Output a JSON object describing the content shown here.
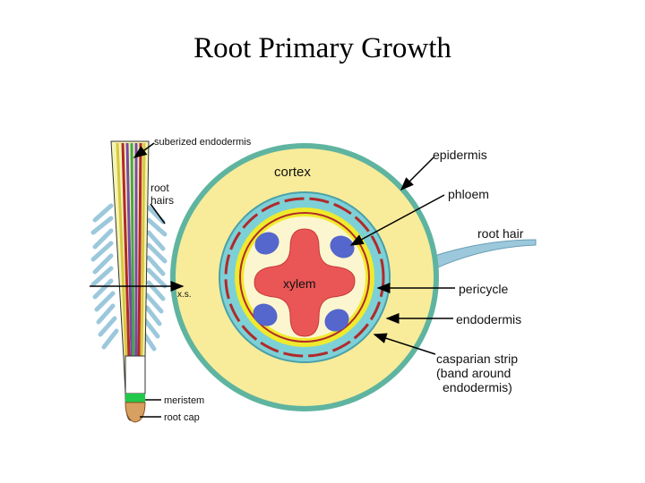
{
  "title": "Root Primary Growth",
  "labels": {
    "suberized_endodermis": "suberized endodermis",
    "root_hairs_1": "root",
    "root_hairs_2": "hairs",
    "xs": "x.s.",
    "meristem": "meristem",
    "root_cap": "root cap",
    "cortex": "cortex",
    "xylem": "xylem",
    "epidermis": "epidermis",
    "phloem": "phloem",
    "root_hair": "root hair",
    "pericycle": "pericycle",
    "endodermis": "endodermis",
    "casparian_1": "casparian strip",
    "casparian_2": "(band around",
    "casparian_3": "endodermis)"
  },
  "colors": {
    "epidermis_green": "#5fb4a0",
    "cortex_yellow": "#f8ec9a",
    "pericycle_yellow": "#f0ea2c",
    "endodermis_teal": "#7dd0d6",
    "casparian_red": "#b02a2a",
    "xylem_red": "#ea5656",
    "phloem_blue": "#5566cc",
    "inner_cream": "#fbf6cf",
    "meristem_green": "#22c84a",
    "root_cap_tan": "#d8a060",
    "root_hair_blue": "#9cc8dc"
  }
}
